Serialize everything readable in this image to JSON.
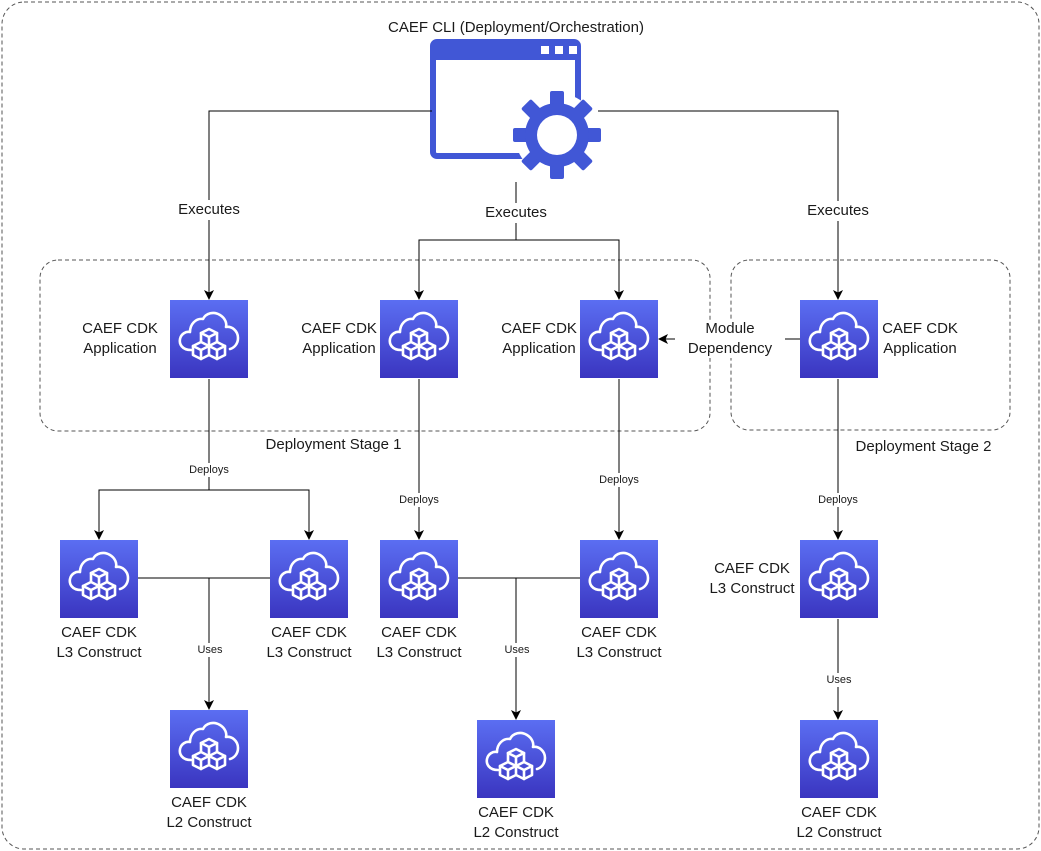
{
  "colors": {
    "icon_gradient_top": "#5a6cf0",
    "icon_gradient_bottom": "#3f3cc4",
    "cli_blue": "#4157d6",
    "line": "#000000",
    "boundary": "#555555"
  },
  "cli": {
    "title": "CAEF CLI (Deployment/Orchestration)",
    "icon": "window-gear-icon"
  },
  "edges": {
    "executes": "Executes",
    "deploys": "Deploys",
    "uses": "Uses",
    "module_dependency": "Module\nDependency"
  },
  "stages": {
    "stage1": "Deployment Stage 1",
    "stage2": "Deployment Stage 2"
  },
  "apps": [
    {
      "label": "CAEF CDK\nApplication",
      "icon": "cloud-cubes-icon"
    },
    {
      "label": "CAEF CDK\nApplication",
      "icon": "cloud-cubes-icon"
    },
    {
      "label": "CAEF CDK\nApplication",
      "icon": "cloud-cubes-icon"
    },
    {
      "label": "CAEF CDK\nApplication",
      "icon": "cloud-cubes-icon"
    }
  ],
  "l3_constructs": [
    {
      "label": "CAEF CDK\nL3 Construct"
    },
    {
      "label": "CAEF CDK\nL3 Construct"
    },
    {
      "label": "CAEF CDK\nL3 Construct"
    },
    {
      "label": "CAEF CDK\nL3 Construct"
    },
    {
      "label": "CAEF CDK\nL3 Construct"
    }
  ],
  "l2_constructs": [
    {
      "label": "CAEF CDK\nL2 Construct"
    },
    {
      "label": "CAEF CDK\nL2 Construct"
    },
    {
      "label": "CAEF CDK\nL2 Construct"
    }
  ]
}
